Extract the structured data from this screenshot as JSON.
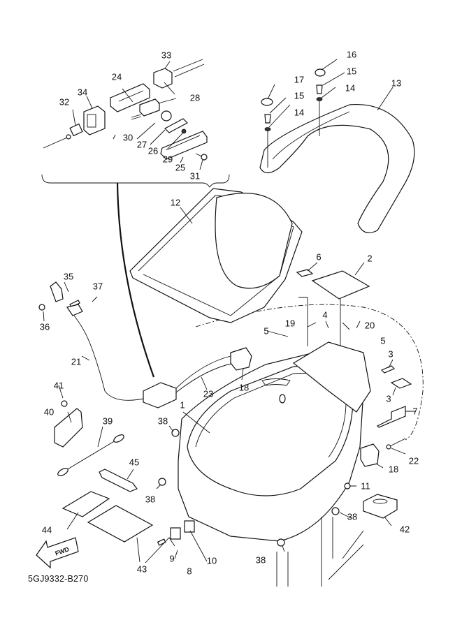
{
  "diagram": {
    "title": "Exploded parts diagram - storage tub / seat compartment",
    "catalog_code": "5GJ9332-B270",
    "fwd_arrow_label": "FWD",
    "callouts": [
      {
        "id": "c1",
        "text": "1",
        "part": "storage-tub"
      },
      {
        "id": "c2",
        "text": "2",
        "part": "pad"
      },
      {
        "id": "c3a",
        "text": "3",
        "part": "pad-small"
      },
      {
        "id": "c3b",
        "text": "3",
        "part": "pad-small"
      },
      {
        "id": "c4",
        "text": "4",
        "part": "clip"
      },
      {
        "id": "c5a",
        "text": "5",
        "part": "screw"
      },
      {
        "id": "c5b",
        "text": "5",
        "part": "screw"
      },
      {
        "id": "c6",
        "text": "6",
        "part": "pad-tiny"
      },
      {
        "id": "c7",
        "text": "7",
        "part": "damper-plate"
      },
      {
        "id": "c8",
        "text": "8",
        "part": "lamp-assembly"
      },
      {
        "id": "c9",
        "text": "9",
        "part": "bulb"
      },
      {
        "id": "c10",
        "text": "10",
        "part": "lamp-lens"
      },
      {
        "id": "c11",
        "text": "11",
        "part": "bolt"
      },
      {
        "id": "c12",
        "text": "12",
        "part": "inner-tray"
      },
      {
        "id": "c13",
        "text": "13",
        "part": "grab-bar"
      },
      {
        "id": "c14a",
        "text": "14",
        "part": "washer"
      },
      {
        "id": "c14b",
        "text": "14",
        "part": "washer"
      },
      {
        "id": "c15a",
        "text": "15",
        "part": "bolt"
      },
      {
        "id": "c15b",
        "text": "15",
        "part": "bolt"
      },
      {
        "id": "c16",
        "text": "16",
        "part": "cap"
      },
      {
        "id": "c17",
        "text": "17",
        "part": "cap"
      },
      {
        "id": "c18a",
        "text": "18",
        "part": "seat-lock"
      },
      {
        "id": "c18b",
        "text": "18",
        "part": "seat-lock"
      },
      {
        "id": "c19",
        "text": "19",
        "part": "bolt"
      },
      {
        "id": "c20",
        "text": "20",
        "part": "bolt"
      },
      {
        "id": "c21",
        "text": "21",
        "part": "cable"
      },
      {
        "id": "c22",
        "text": "22",
        "part": "cable"
      },
      {
        "id": "c23",
        "text": "23",
        "part": "cable"
      },
      {
        "id": "c24",
        "text": "24",
        "part": "lock-body"
      },
      {
        "id": "c25",
        "text": "25",
        "part": "plate"
      },
      {
        "id": "c26",
        "text": "26",
        "part": "lever"
      },
      {
        "id": "c27",
        "text": "27",
        "part": "cam"
      },
      {
        "id": "c28",
        "text": "28",
        "part": "bracket"
      },
      {
        "id": "c29",
        "text": "29",
        "part": "screw"
      },
      {
        "id": "c30",
        "text": "30",
        "part": "spring"
      },
      {
        "id": "c31",
        "text": "31",
        "part": "screw"
      },
      {
        "id": "c32",
        "text": "32",
        "part": "collar"
      },
      {
        "id": "c33",
        "text": "33",
        "part": "cover"
      },
      {
        "id": "c34",
        "text": "34",
        "part": "cover"
      },
      {
        "id": "c35",
        "text": "35",
        "part": "bracket"
      },
      {
        "id": "c36",
        "text": "36",
        "part": "nut"
      },
      {
        "id": "c37",
        "text": "37",
        "part": "bolt"
      },
      {
        "id": "c38a",
        "text": "38",
        "part": "damper"
      },
      {
        "id": "c38b",
        "text": "38",
        "part": "damper"
      },
      {
        "id": "c38c",
        "text": "38",
        "part": "damper"
      },
      {
        "id": "c38d",
        "text": "38",
        "part": "damper"
      },
      {
        "id": "c39",
        "text": "39",
        "part": "helmet-wire"
      },
      {
        "id": "c40",
        "text": "40",
        "part": "holder"
      },
      {
        "id": "c41",
        "text": "41",
        "part": "bolt"
      },
      {
        "id": "c42",
        "text": "42",
        "part": "damper-block"
      },
      {
        "id": "c43",
        "text": "43",
        "part": "owners-manual"
      },
      {
        "id": "c44",
        "text": "44",
        "part": "case"
      },
      {
        "id": "c45",
        "text": "45",
        "part": "band"
      }
    ]
  }
}
